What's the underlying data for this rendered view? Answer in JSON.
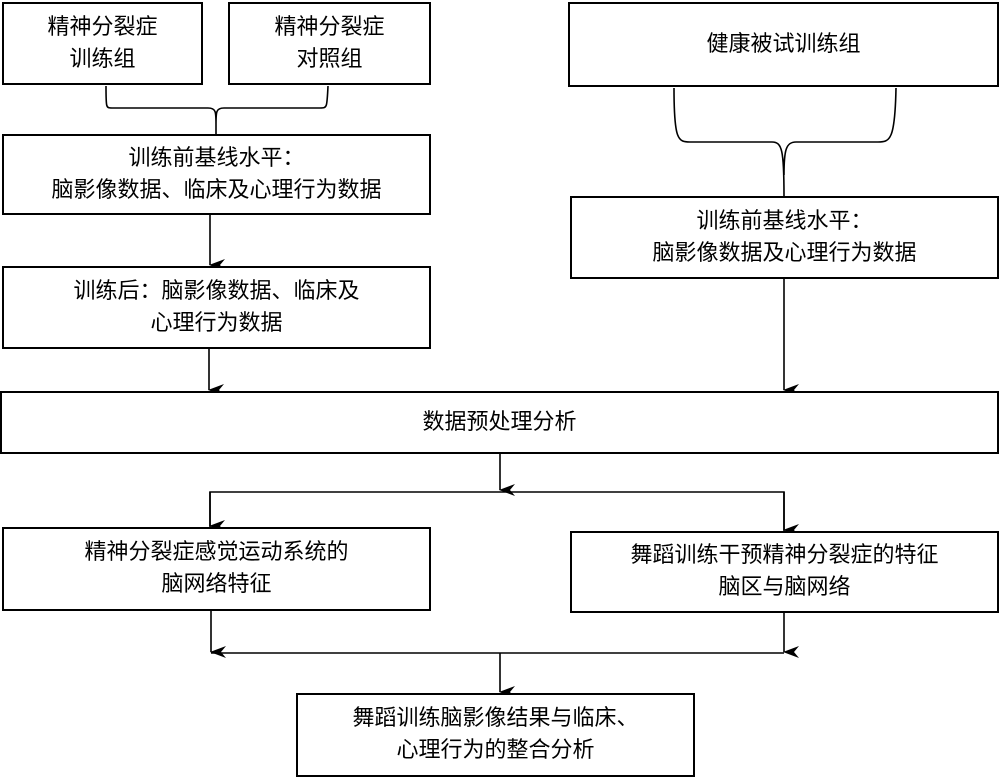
{
  "diagram": {
    "type": "flowchart",
    "nodes": {
      "schizo_training_group": [
        "精神分裂症",
        "训练组"
      ],
      "schizo_control_group": [
        "精神分裂症",
        "对照组"
      ],
      "left_baseline": [
        "训练前基线水平：",
        "脑影像数据、临床及心理行为数据"
      ],
      "left_post_training": [
        "训练后：脑影像数据、临床及",
        "心理行为数据"
      ],
      "healthy_training_group": [
        "健康被试训练组"
      ],
      "right_baseline": [
        "训练前基线水平：",
        "脑影像数据及心理行为数据"
      ],
      "preprocessing": [
        "数据预处理分析"
      ],
      "sensorimotor_network": [
        "精神分裂症感觉运动系统的",
        "脑网络特征"
      ],
      "dance_intervention": [
        "舞蹈训练干预精神分裂症的特征",
        "脑区与脑网络"
      ],
      "integration": [
        "舞蹈训练脑影像结果与临床、",
        "心理行为的整合分析"
      ]
    },
    "edges": [
      {
        "from": [
          "schizo_training_group",
          "schizo_control_group"
        ],
        "to": "left_baseline",
        "style": "brace"
      },
      {
        "from": "left_baseline",
        "to": "left_post_training",
        "style": "arrow"
      },
      {
        "from": "left_post_training",
        "to": "preprocessing",
        "style": "arrow"
      },
      {
        "from": "healthy_training_group",
        "to": "right_baseline",
        "style": "brace"
      },
      {
        "from": "right_baseline",
        "to": "preprocessing",
        "style": "arrow"
      },
      {
        "from": "preprocessing",
        "to": [
          "sensorimotor_network",
          "dance_intervention"
        ],
        "style": "split-arrow"
      },
      {
        "from": [
          "sensorimotor_network",
          "dance_intervention"
        ],
        "to": "integration",
        "style": "merge-arrow"
      }
    ]
  }
}
